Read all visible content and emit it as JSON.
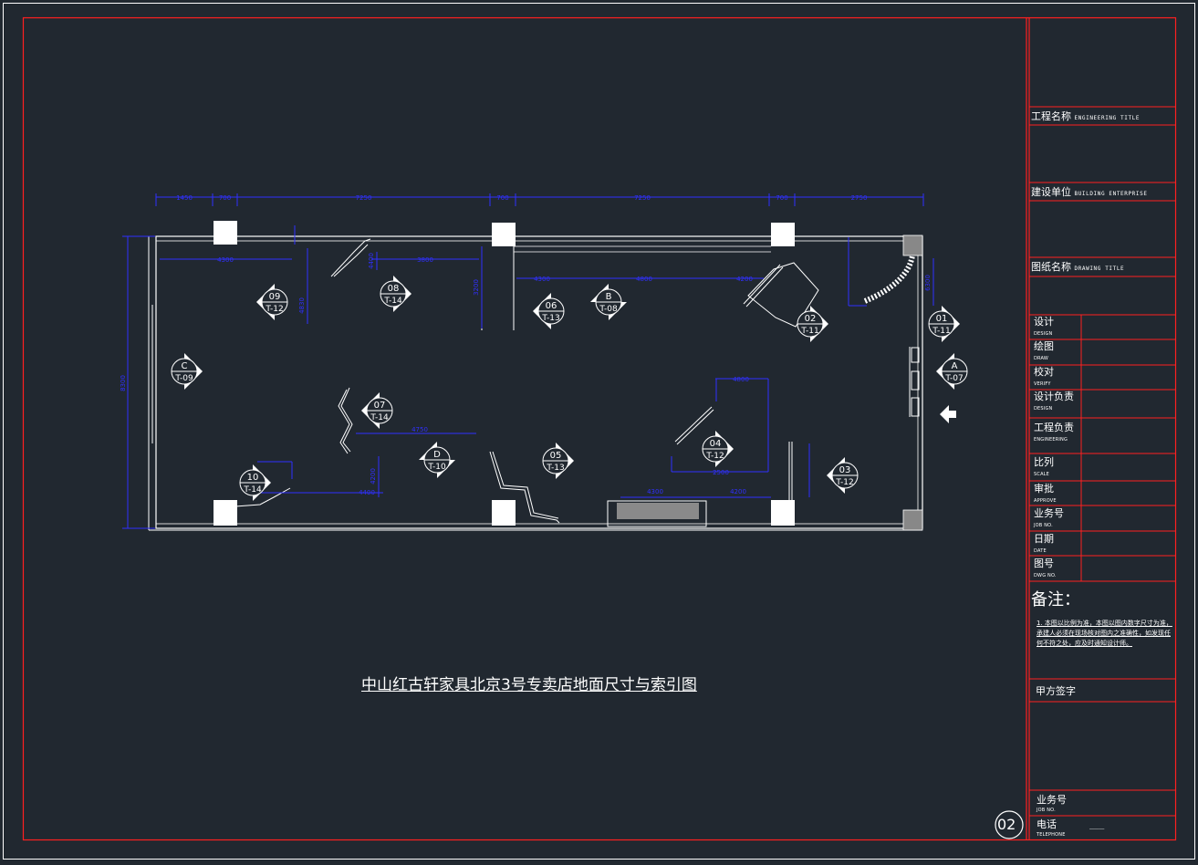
{
  "drawing": {
    "title": "中山红古轩家具北京3号专卖店地面尺寸与索引图",
    "sheet_number": "02",
    "colors": {
      "background": "#212830",
      "frame_red": "#ff2020",
      "border_white": "#ffffff",
      "dimension_blue": "#3030ff",
      "wall_white": "#ffffff"
    }
  },
  "title_block": {
    "project_name": {
      "zh": "工程名称",
      "en": "ENGINEERING TITLE"
    },
    "client": {
      "zh": "建设单位",
      "en": "BUILDING ENTERPRISE"
    },
    "drawing_name": {
      "zh": "图纸名称",
      "en": "DRAWING TITLE"
    },
    "rows": [
      {
        "zh": "设计",
        "en": "DESIGN"
      },
      {
        "zh": "绘图",
        "en": "DRAW"
      },
      {
        "zh": "校对",
        "en": "VERIFY"
      },
      {
        "zh": "设计负责",
        "en": "DESIGN"
      },
      {
        "zh": "工程负责",
        "en": "ENGINEERING"
      },
      {
        "zh": "比列",
        "en": "SCALE"
      },
      {
        "zh": "审批",
        "en": "APPROVE"
      },
      {
        "zh": "业务号",
        "en": "JOB NO."
      },
      {
        "zh": "日期",
        "en": "DATE"
      },
      {
        "zh": "图号",
        "en": "DWG NO."
      }
    ],
    "notes_title": "备注：",
    "notes_text": "1. 本图以比例为准，本图以图内数字尺寸为准，承建人必须在现场核对图内之准确性，如发现任何不符之处，应及时通知设计师。",
    "client_sign": "甲方签字",
    "job_no": {
      "zh": "业务号",
      "en": "JOB NO."
    },
    "phone": {
      "zh": "电话",
      "en": "TELEPHONE"
    },
    "phone_value": "___"
  },
  "plan": {
    "top_dimensions": [
      "1450",
      "700",
      "7250",
      "700",
      "7250",
      "700",
      "2750"
    ],
    "inner_dimensions": [
      "4300",
      "3800",
      "4300",
      "4800",
      "4200",
      "4830",
      "4400",
      "3200",
      "4750",
      "4200",
      "4400",
      "4800",
      "2500",
      "4300",
      "4200",
      "6300"
    ],
    "left_dimension": "8300",
    "callouts": [
      {
        "top": "01",
        "bottom": "T-11"
      },
      {
        "top": "02",
        "bottom": "T-11"
      },
      {
        "top": "03",
        "bottom": "T-12"
      },
      {
        "top": "04",
        "bottom": "T-12"
      },
      {
        "top": "05",
        "bottom": "T-13"
      },
      {
        "top": "06",
        "bottom": "T-13"
      },
      {
        "top": "07",
        "bottom": "T-14"
      },
      {
        "top": "08",
        "bottom": "T-14"
      },
      {
        "top": "09",
        "bottom": "T-12"
      },
      {
        "top": "10",
        "bottom": "T-14"
      },
      {
        "top": "A",
        "bottom": "T-07"
      },
      {
        "top": "B",
        "bottom": "T-08"
      },
      {
        "top": "C",
        "bottom": "T-09"
      },
      {
        "top": "D",
        "bottom": "T-10"
      }
    ]
  }
}
